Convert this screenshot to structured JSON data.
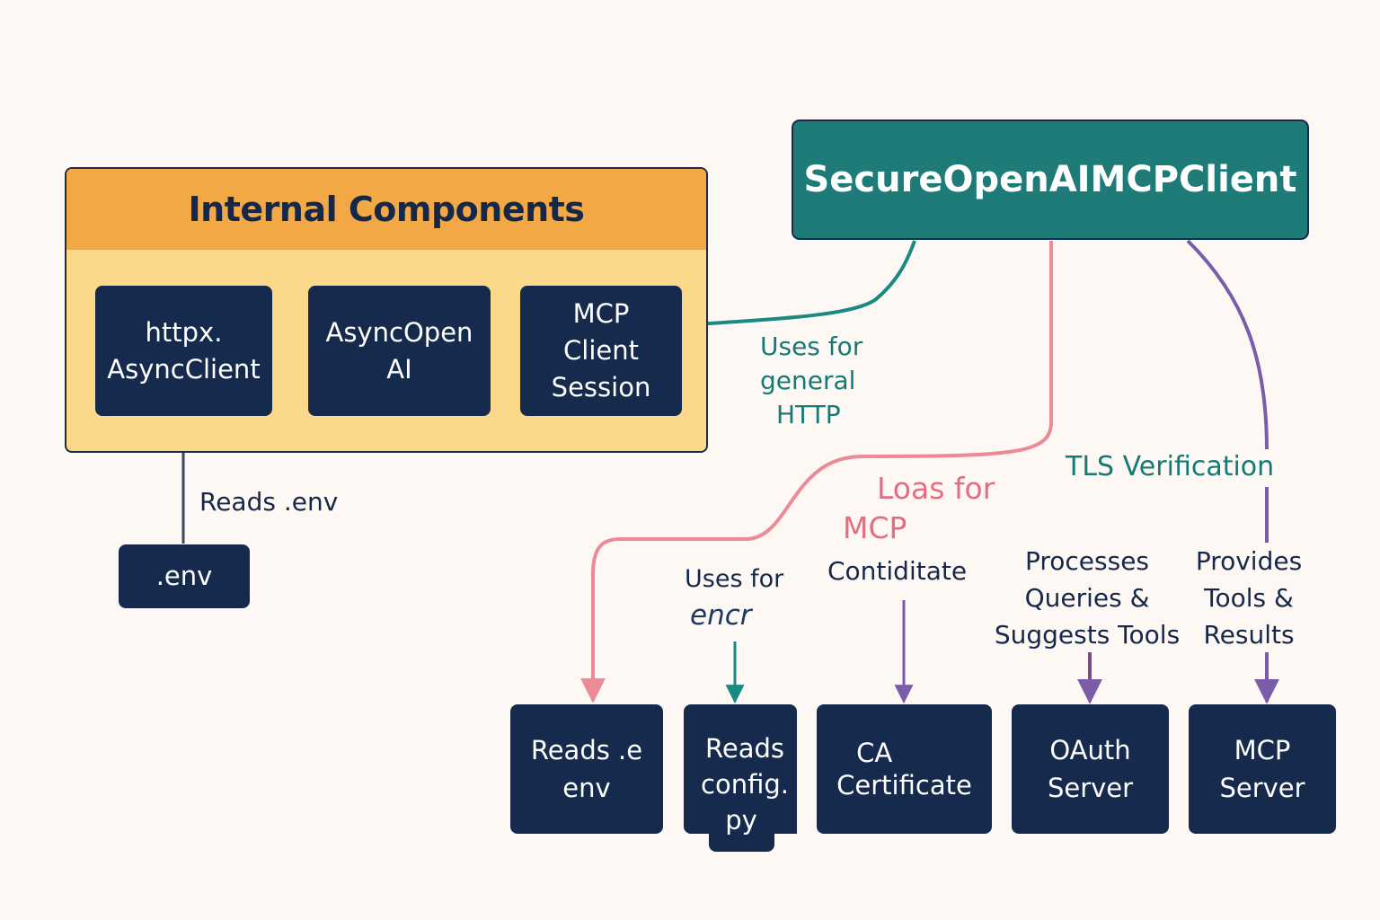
{
  "title_node": {
    "label": "SecureOpenAIMCPClient"
  },
  "internal_group": {
    "title": "Internal Components",
    "nodes": [
      {
        "lines": [
          "httpx.",
          "AsyncClient"
        ]
      },
      {
        "lines": [
          "AsyncOpen",
          "AI"
        ]
      },
      {
        "lines": [
          "MCP",
          "Client",
          "Session"
        ]
      }
    ]
  },
  "env_node": {
    "label": ".env"
  },
  "edge_labels": {
    "reads_env": "Reads .env",
    "uses_general_http": [
      "Uses for",
      "general",
      "HTTP"
    ],
    "loas_for_mcp": [
      "Loas for",
      "MCP"
    ],
    "tls_verification": "TLS Verification",
    "uses_for_encr": [
      "Uses for",
      "encr"
    ],
    "contiditate": "Contiditate",
    "processes": [
      "Processes",
      "Queries &",
      "Suggests Tools"
    ],
    "provides": [
      "Provides",
      "Tools &",
      "Results"
    ]
  },
  "bottom_nodes": [
    {
      "lines": [
        "Reads .e",
        "env"
      ]
    },
    {
      "lines": [
        "Reads",
        "config.",
        "py"
      ]
    },
    {
      "lines": [
        "CA",
        "Certificate"
      ]
    },
    {
      "lines": [
        "OAuth",
        "Server"
      ]
    },
    {
      "lines": [
        "MCP",
        "Server"
      ]
    }
  ],
  "colors": {
    "navy": "#152a4c",
    "teal": "#1e7b78",
    "group_header": "#f2a945",
    "group_body": "#fcd98a",
    "pink": "#ec8a96",
    "purple": "#7b5ca8",
    "background": "#fdf8f3"
  }
}
